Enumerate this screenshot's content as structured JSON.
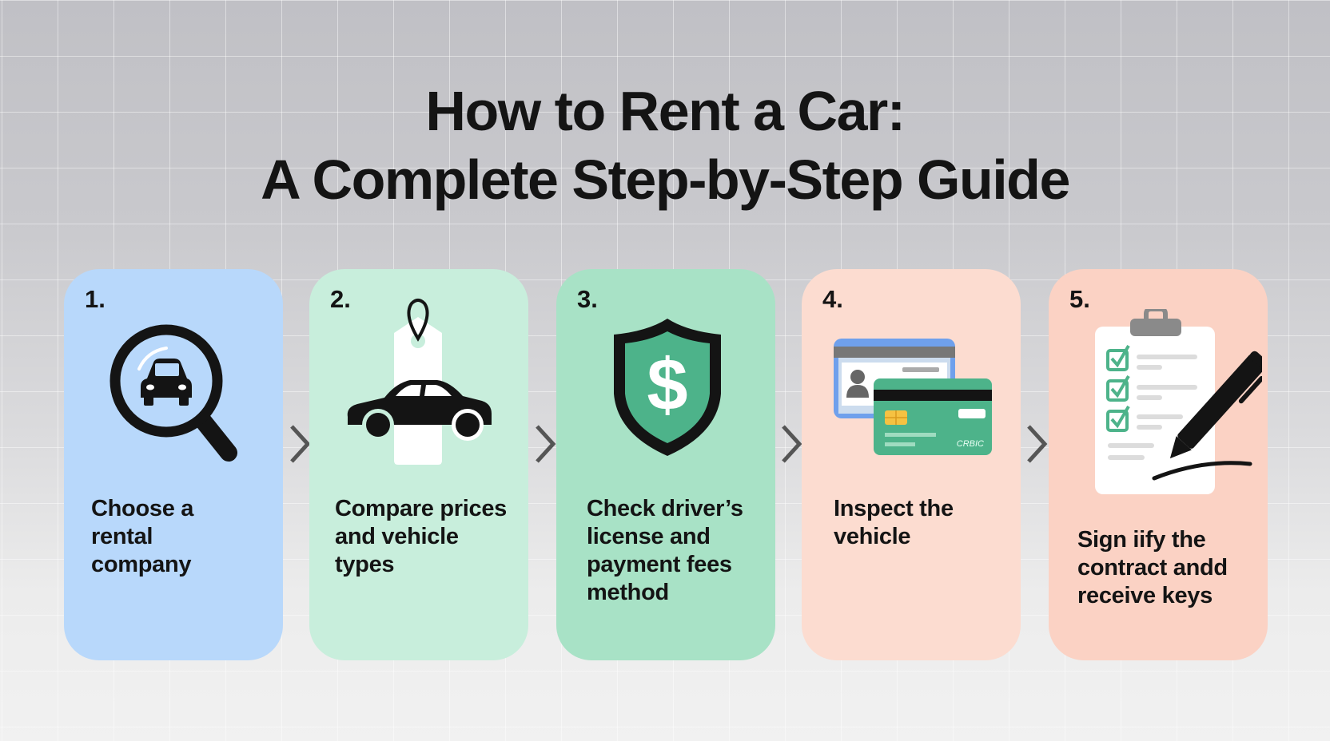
{
  "title": {
    "line1": "How to Rent a Car:",
    "line2": "A Complete Step-by-Step Guide"
  },
  "colors": {
    "step1_bg": "#b8d8fb",
    "step2_bg": "#c8eedc",
    "step3_bg": "#a8e2c6",
    "step4_bg": "#fcdcd0",
    "step5_bg": "#fbd2c4",
    "accent_green": "#4db38a",
    "text": "#141414"
  },
  "steps": [
    {
      "number": "1.",
      "label": "Choose a rental company",
      "icon": "magnifier-car-icon"
    },
    {
      "number": "2.",
      "label": "Compare prices and vehicle types",
      "icon": "price-tag-car-icon"
    },
    {
      "number": "3.",
      "label": "Check driver’s license and payment fees method",
      "icon": "shield-dollar-icon"
    },
    {
      "number": "4.",
      "label": "Inspect the vehicle",
      "icon": "id-and-credit-card-icon",
      "card_text": "CRBIC"
    },
    {
      "number": "5.",
      "label": "Sign iify the contract andd receive keys",
      "icon": "clipboard-pen-icon"
    }
  ],
  "connectors": [
    "chevron-right",
    "chevron-right",
    "chevron-right",
    "chevron-right"
  ]
}
